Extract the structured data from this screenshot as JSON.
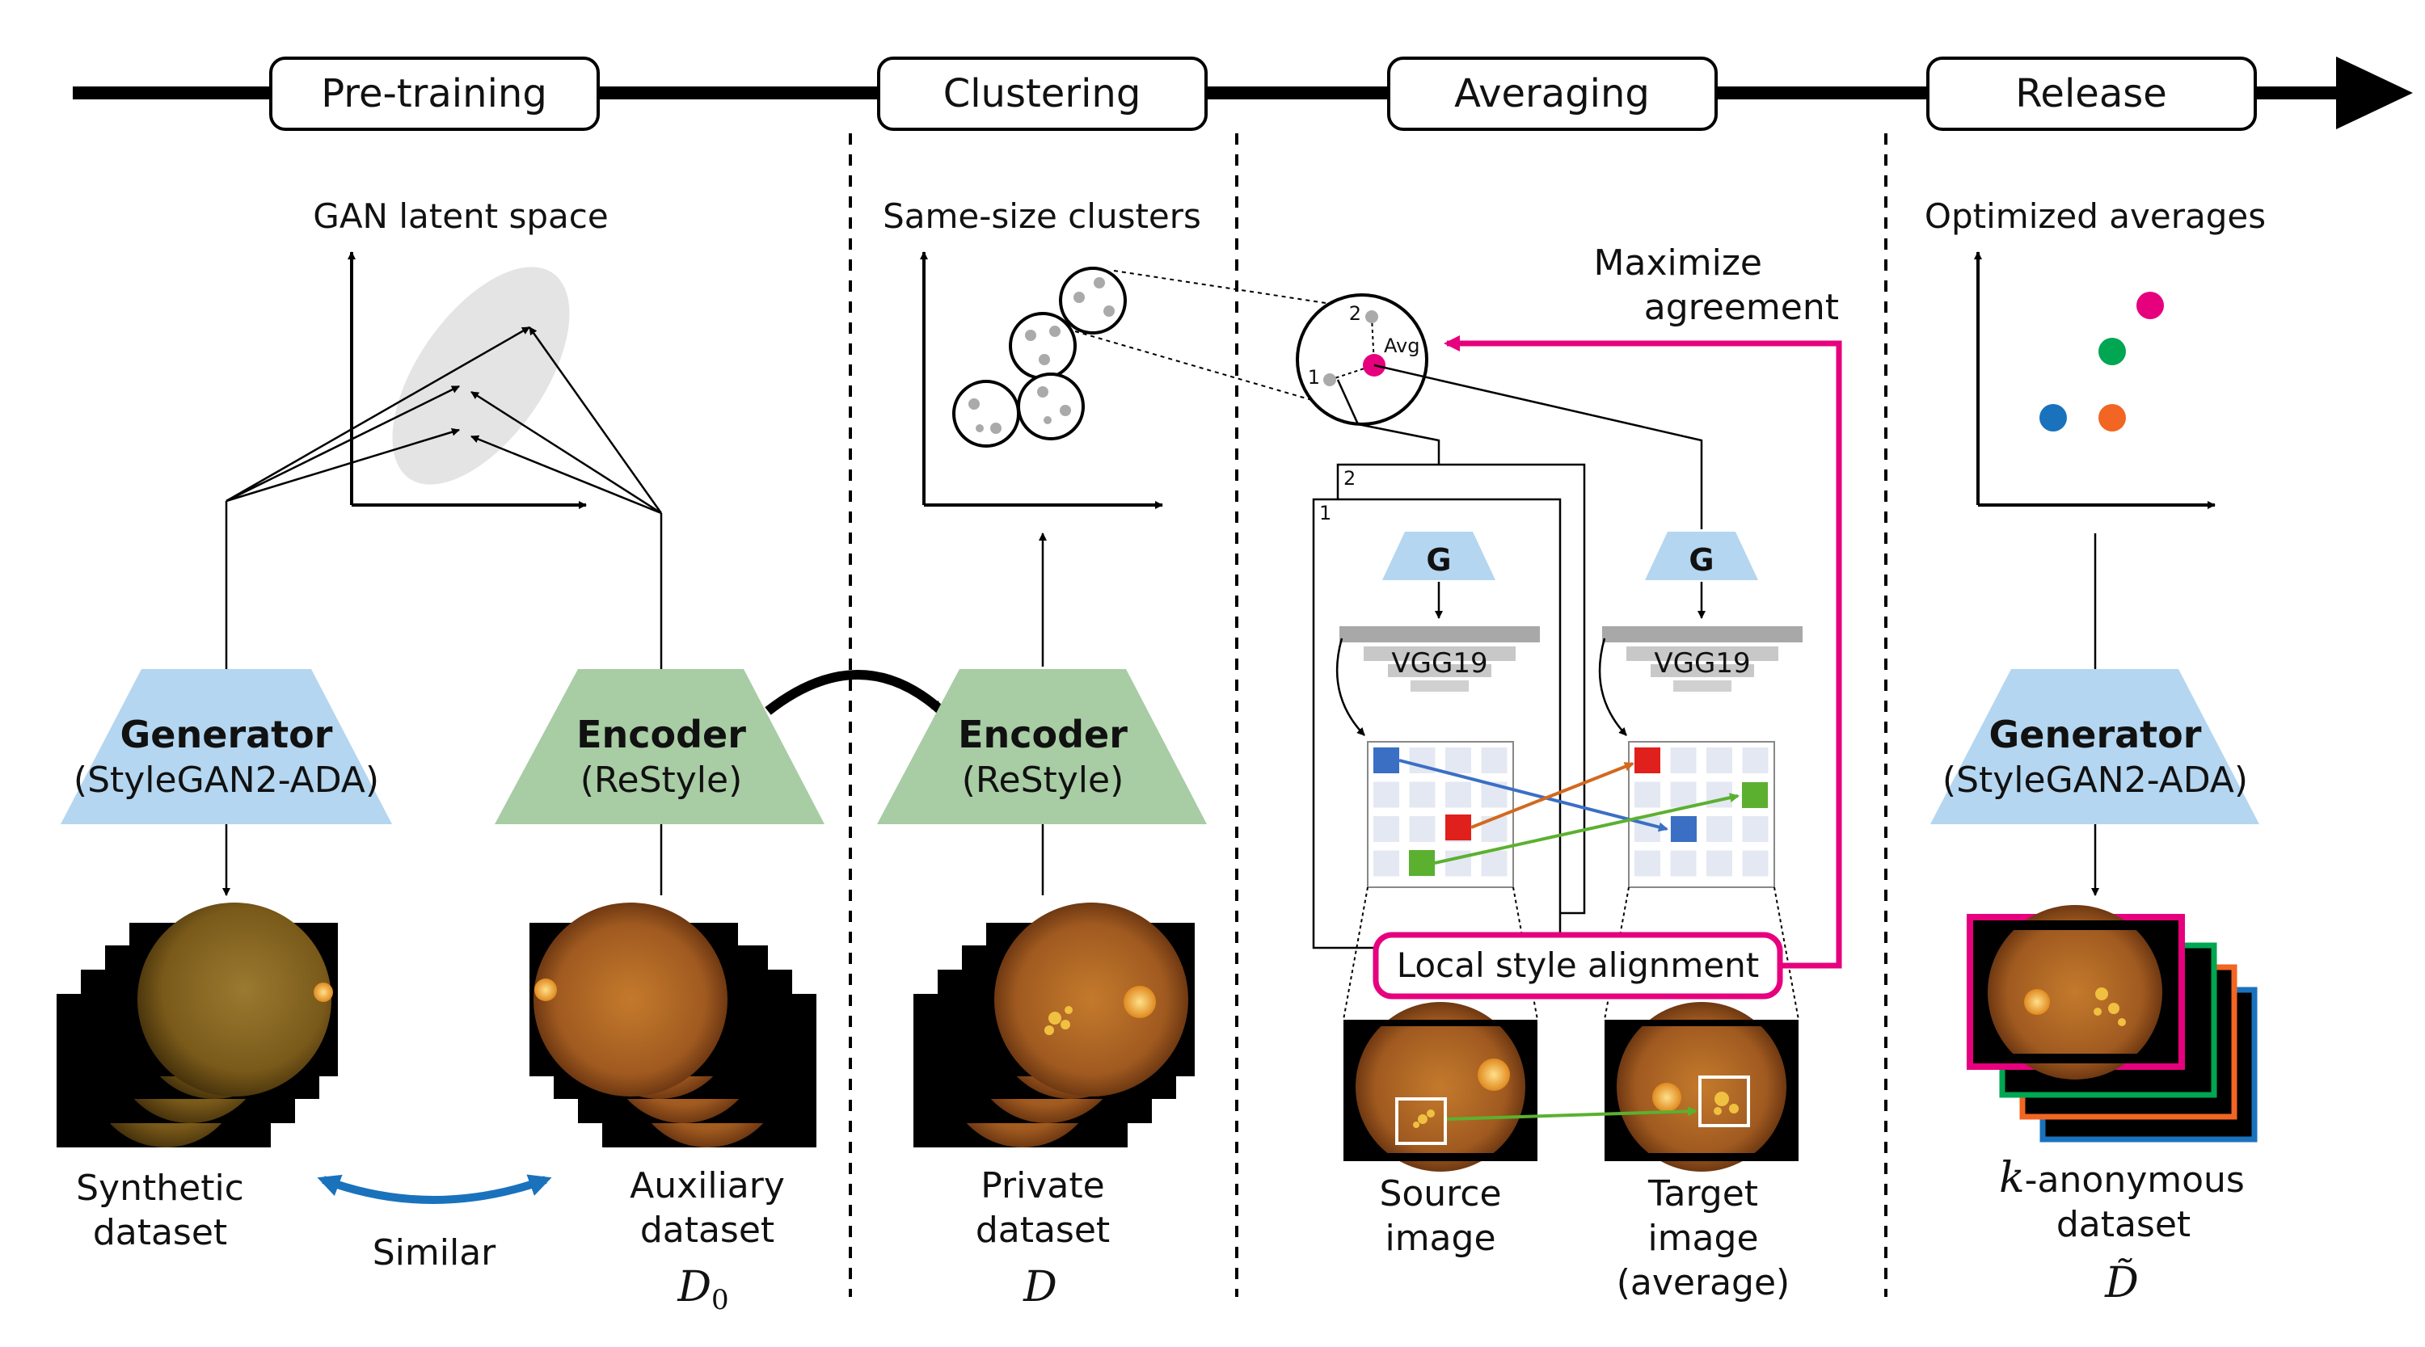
{
  "stages": [
    {
      "label": "Pre-training"
    },
    {
      "label": "Clustering"
    },
    {
      "label": "Averaging"
    },
    {
      "label": "Release"
    }
  ],
  "pretraining": {
    "latent_title": "GAN latent space",
    "generator": {
      "name": "Generator",
      "sub": "(StyleGAN2-ADA)"
    },
    "encoder": {
      "name": "Encoder",
      "sub": "(ReStyle)"
    },
    "synthetic_label": [
      "Synthetic",
      "dataset"
    ],
    "auxiliary_label": [
      "Auxiliary",
      "dataset"
    ],
    "auxiliary_symbol": "D",
    "auxiliary_subscript": "0",
    "similar_label": "Similar"
  },
  "clustering": {
    "title": "Same-size clusters",
    "encoder": {
      "name": "Encoder",
      "sub": "(ReStyle)"
    },
    "private_label": [
      "Private",
      "dataset"
    ],
    "private_symbol": "D"
  },
  "averaging": {
    "maximize_label": [
      "Maximize",
      "agreement"
    ],
    "avg_label": "Avg",
    "point_labels": [
      "1",
      "2"
    ],
    "stack_labels": [
      "1",
      "2"
    ],
    "g_label": "G",
    "vgg_label": "VGG19",
    "alignment_label": "Local style alignment",
    "source_label": [
      "Source",
      "image"
    ],
    "target_label": [
      "Target",
      "image",
      "(average)"
    ]
  },
  "release": {
    "title": "Optimized averages",
    "generator": {
      "name": "Generator",
      "sub": "(StyleGAN2-ADA)"
    },
    "kanon_k": "k",
    "kanon_label": [
      "-anonymous",
      "dataset"
    ],
    "dataset_symbol": "D̃"
  },
  "colors": {
    "timeline": "#000000",
    "generator_fill": "#b4d6f0",
    "encoder_fill": "#a8cca4",
    "agreement": "#e6007e",
    "similar_arrow": "#1a72bd",
    "fundus": "#a05a20",
    "points": [
      "#1a72bd",
      "#f26522",
      "#00a651",
      "#e6007e"
    ]
  }
}
